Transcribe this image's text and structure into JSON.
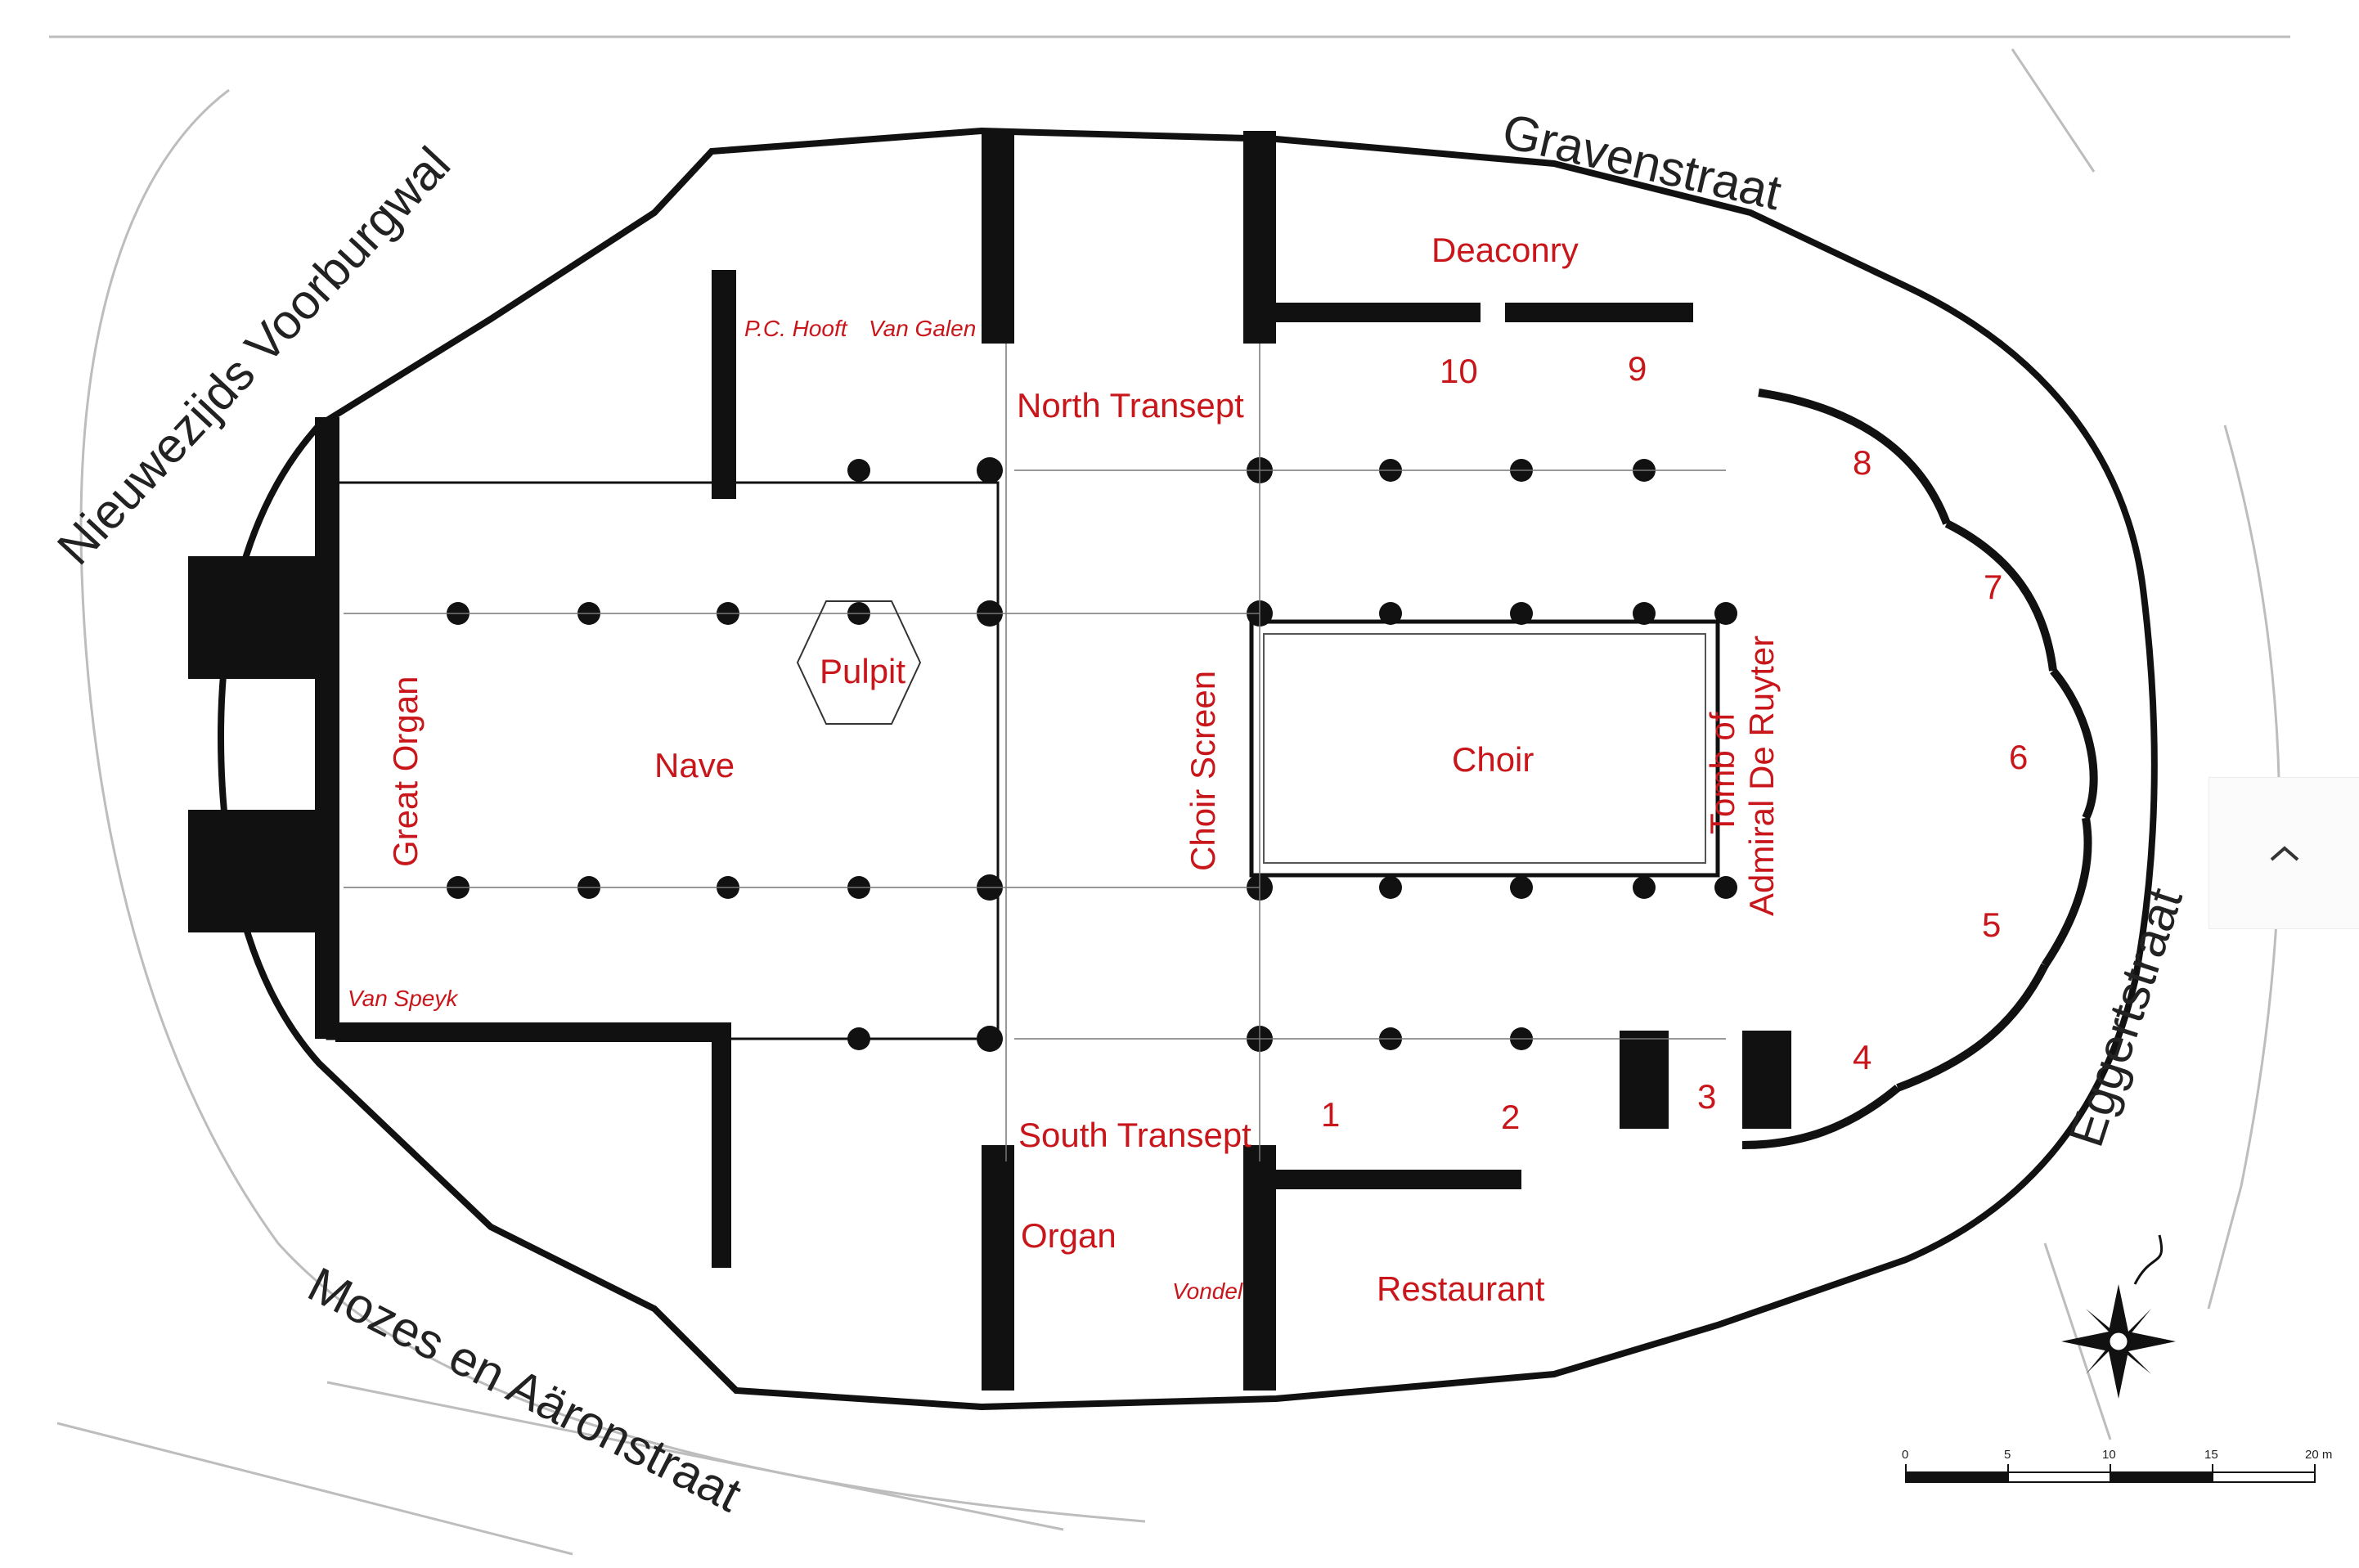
{
  "streets": {
    "west": "Nieuwezijds Voorburgwal",
    "north": "Gravenstraat",
    "east": "Eggertstraat",
    "south": "Mozes en Aäronstraat"
  },
  "areas": {
    "nave": "Nave",
    "pulpit": "Pulpit",
    "great_organ": "Great Organ",
    "north_transept": "North Transept",
    "south_transept": "South Transept",
    "choir_screen": "Choir Screen",
    "choir": "Choir",
    "tomb": "Tomb of Admiral De Ruyter",
    "tomb_line1": "Tomb of",
    "tomb_line2": "Admiral De Ruyter",
    "deaconry": "Deaconry",
    "restaurant": "Restaurant",
    "organ": "Organ"
  },
  "memorials": {
    "pc_hooft": "P.C. Hooft",
    "van_galen": "Van Galen",
    "van_speyk": "Van Speyk",
    "vondel": "Vondel"
  },
  "chapels": [
    "1",
    "2",
    "3",
    "4",
    "5",
    "6",
    "7",
    "8",
    "9",
    "10"
  ],
  "scale_bar": {
    "ticks": [
      "0",
      "5",
      "10",
      "15",
      "20 m"
    ]
  },
  "icons": {
    "compass": "compass-rose-icon",
    "scroll_top": "chevron-up-icon"
  }
}
